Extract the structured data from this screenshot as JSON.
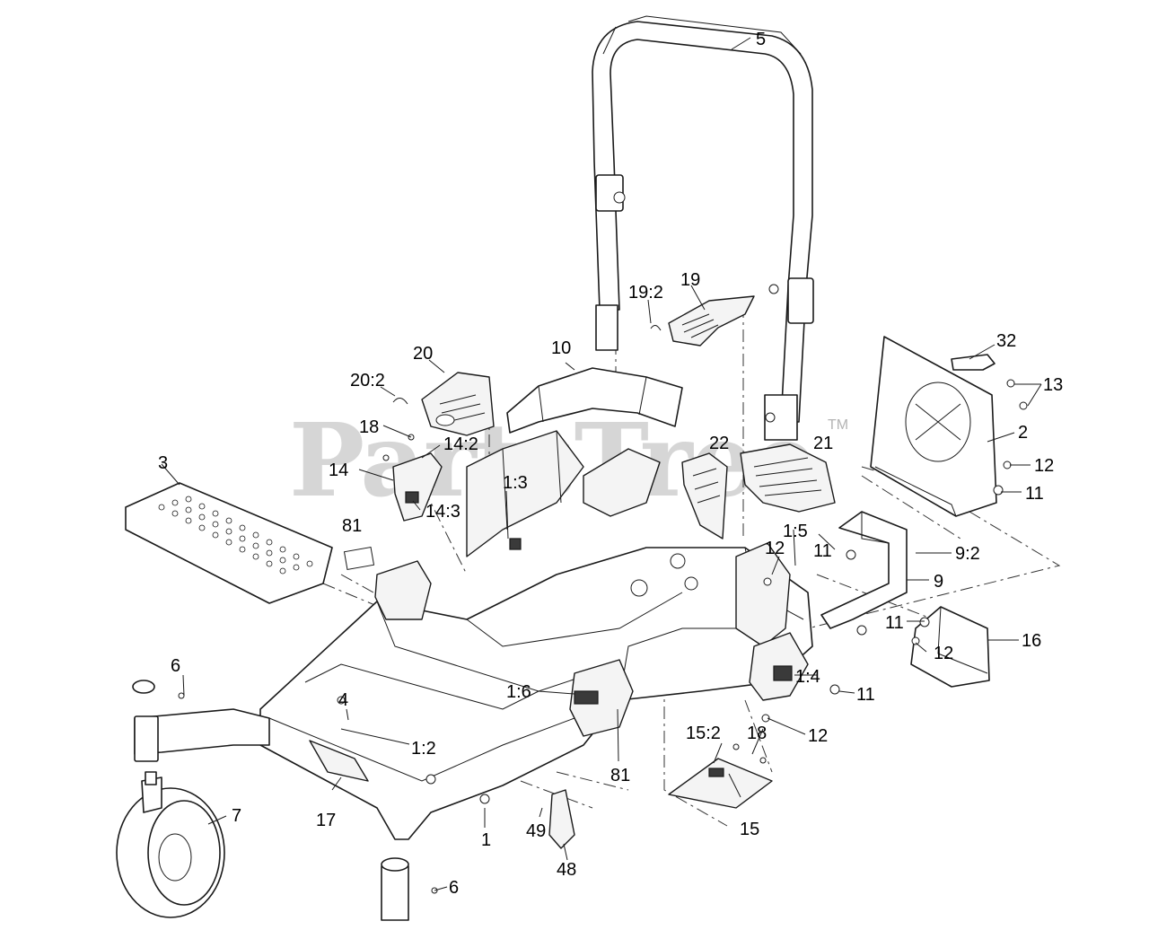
{
  "watermark": {
    "text": "PartsTree",
    "trademark": "TM"
  },
  "callouts": {
    "c1": "1",
    "c1_2": "1:2",
    "c1_3": "1:3",
    "c1_4": "1:4",
    "c1_5": "1:5",
    "c1_6": "1:6",
    "c2": "2",
    "c3": "3",
    "c4": "4",
    "c5": "5",
    "c6a": "6",
    "c6b": "6",
    "c7": "7",
    "c9": "9",
    "c9_2": "9:2",
    "c10": "10",
    "c11a": "11",
    "c11b": "11",
    "c11c": "11",
    "c11d": "11",
    "c12a": "12",
    "c12b": "12",
    "c12c": "12",
    "c12d": "12",
    "c13": "13",
    "c14": "14",
    "c14_2": "14:2",
    "c14_3": "14:3",
    "c15": "15",
    "c15_2": "15:2",
    "c16": "16",
    "c17": "17",
    "c18a": "18",
    "c18b": "18",
    "c19": "19",
    "c19_2": "19:2",
    "c20": "20",
    "c20_2": "20:2",
    "c21": "21",
    "c22": "22",
    "c32": "32",
    "c48": "48",
    "c49": "49",
    "c81a": "81",
    "c81b": "81"
  }
}
